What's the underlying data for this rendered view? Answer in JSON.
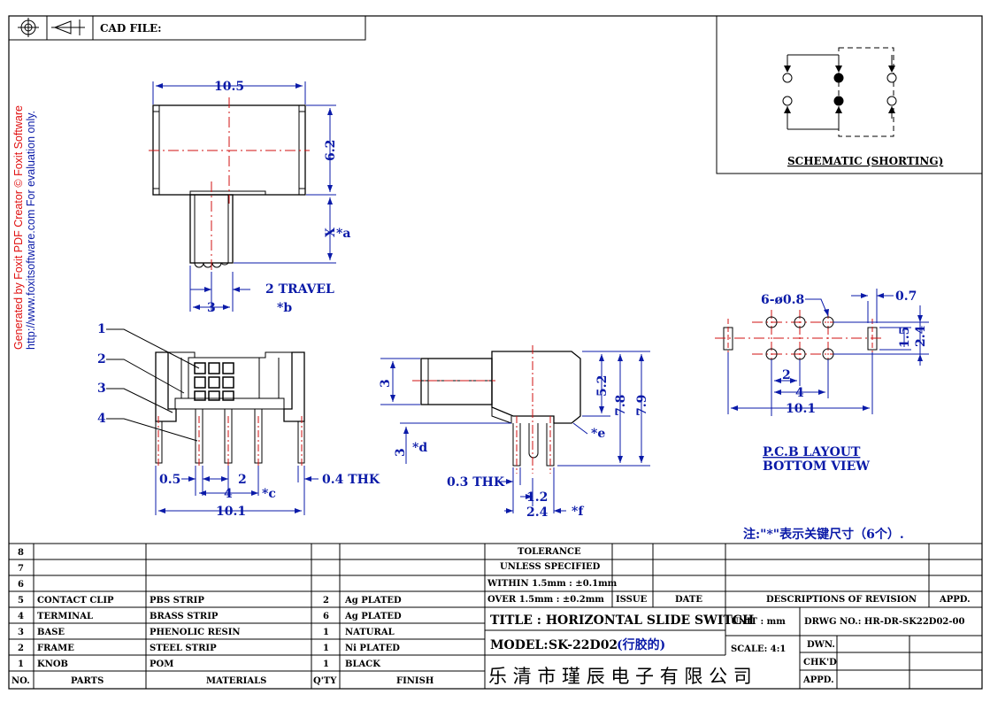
{
  "header": {
    "cad_file_label": "CAD FILE:"
  },
  "watermark": {
    "line1": "Generated by Foxit PDF Creator © Foxit Software",
    "line2": "http://www.foxitsoftware.com   For evaluation only."
  },
  "schematic": {
    "caption": "SCHEMATIC (SHORTING)"
  },
  "top_view": {
    "width": "10.5",
    "height": "6.2",
    "x_dim": "X",
    "x_note": "*a",
    "travel": "2 TRAVEL",
    "travel_note": "*b",
    "knob_width": "3"
  },
  "front_view": {
    "callouts": [
      "1",
      "2",
      "3",
      "4"
    ],
    "pitch_05": "0.5",
    "pitch_2": "2",
    "pitch_4": "4",
    "pitch_note": "*c",
    "overall": "10.1",
    "thk": "0.4  THK"
  },
  "side_view": {
    "d3": "3",
    "d52": "5.2",
    "d78": "7.8",
    "d79": "7.9",
    "e_note": "*e",
    "d3b": "3",
    "d_note": "*d",
    "thk": "0.3  THK",
    "d12": "1.2",
    "d24": "2.4",
    "f_note": "*f"
  },
  "pcb": {
    "holes": "6-ø0.8",
    "d07": "0.7",
    "d15": "1.5",
    "d24": "2.4",
    "d2": "2",
    "d4": "4",
    "d101": "10.1",
    "caption1": "P.C.B LAYOUT",
    "caption2": "BOTTOM VIEW"
  },
  "note": "注:\"*\"表示关键尺寸（6个）.",
  "bom": {
    "rows": [
      {
        "no": "8",
        "part": "",
        "material": "",
        "qty": "",
        "finish": ""
      },
      {
        "no": "7",
        "part": "",
        "material": "",
        "qty": "",
        "finish": ""
      },
      {
        "no": "6",
        "part": "",
        "material": "",
        "qty": "",
        "finish": ""
      },
      {
        "no": "5",
        "part": "CONTACT CLIP",
        "material": "PBS STRIP",
        "qty": "2",
        "finish": "Ag PLATED"
      },
      {
        "no": "4",
        "part": "TERMINAL",
        "material": "BRASS STRIP",
        "qty": "6",
        "finish": "Ag PLATED"
      },
      {
        "no": "3",
        "part": "BASE",
        "material": "PHENOLIC RESIN",
        "qty": "1",
        "finish": "NATURAL"
      },
      {
        "no": "2",
        "part": "FRAME",
        "material": "STEEL STRIP",
        "qty": "1",
        "finish": "Ni PLATED"
      },
      {
        "no": "1",
        "part": "KNOB",
        "material": "POM",
        "qty": "1",
        "finish": "BLACK"
      }
    ],
    "head": {
      "no": "NO.",
      "part": "PARTS",
      "material": "MATERIALS",
      "qty": "Q'TY",
      "finish": "FINISH"
    }
  },
  "tolerance": {
    "l1": "TOLERANCE",
    "l2": "UNLESS   SPECIFIED",
    "l3": "WITHIN  1.5mm : ±0.1mm",
    "l4": "OVER   1.5mm : ±0.2mm"
  },
  "revision": {
    "issue": "ISSUE",
    "date": "DATE",
    "desc": "DESCRIPTIONS  OF  REVISION",
    "appd": "APPD."
  },
  "title_block": {
    "title": "TITLE :   HORIZONTAL  SLIDE  SWITCH",
    "unit": "UNIT :   mm",
    "drwg": "DRWG NO.:   HR-DR-SK22D02-00",
    "model_label": "MODEL:",
    "model": "SK-22D02",
    "model_cn": "(行胶的)",
    "scale": "SCALE:  4:1",
    "dwn": "DWN.",
    "chkd": "CHK'D",
    "appd": "APPD.",
    "company": "乐 清 市 瑾 辰 电 子 有 限 公 司"
  }
}
